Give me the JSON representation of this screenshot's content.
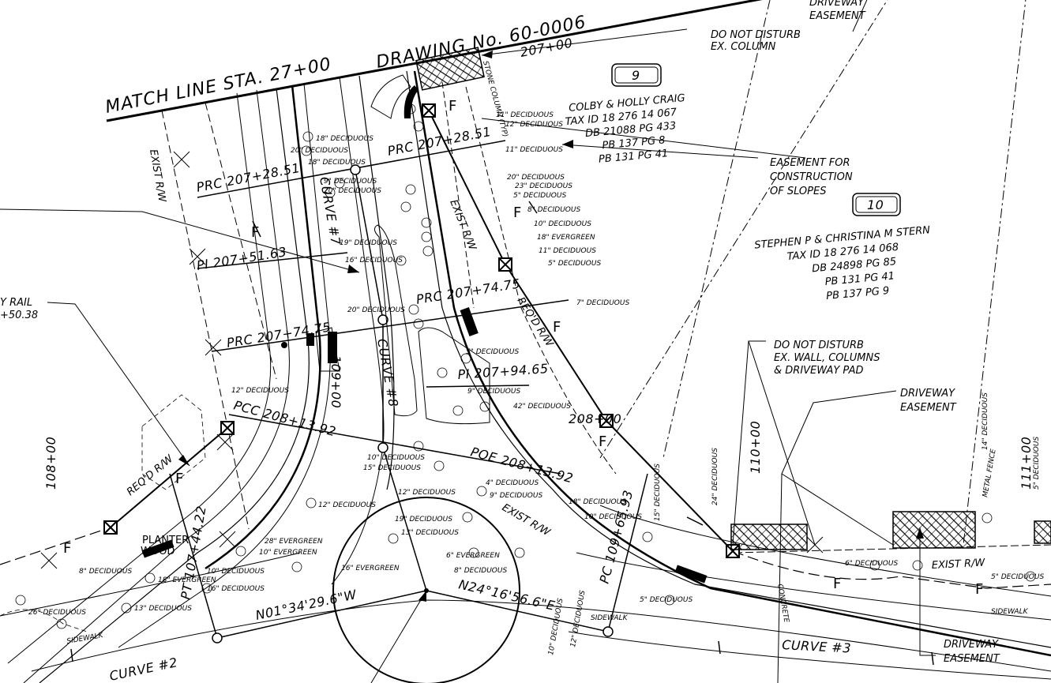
{
  "title": {
    "match_line": "MATCH LINE  STA. 27+00",
    "drawing_no": "DRAWING No. 60-0006",
    "top_station": "207+00"
  },
  "notes": {
    "do_not_disturb_column": [
      "DO NOT DISTURB",
      "EX. COLUMN"
    ],
    "easement_slopes": [
      "EASEMENT FOR",
      "CONSTRUCTION",
      "OF SLOPES"
    ],
    "do_not_disturb_wall": [
      "DO NOT DISTURB",
      "EX. WALL, COLUMNS",
      "& DRIVEWAY PAD"
    ],
    "driveway_easement_top": [
      "DRIVEWAY",
      "EASEMENT"
    ],
    "driveway_easement_mid": [
      "DRIVEWAY",
      "EASEMENT"
    ],
    "driveway_easement_bottom": [
      "DRIVEWAY",
      "EASEMENT"
    ],
    "rail": [
      "Y RAIL",
      "+50.38"
    ],
    "stone_column": "STONE COLUMN (TYP)",
    "metal_fence": "METAL FENCE"
  },
  "parcels": [
    {
      "number": "9",
      "lines": [
        "COLBY & HOLLY CRAIG",
        "TAX ID 18 276 14 067",
        "DB 21088 PG 433",
        "PB 137 PG 8",
        "PB 131 PG 41"
      ]
    },
    {
      "number": "10",
      "lines": [
        "STEPHEN P & CHRISTINA M STERN",
        "TAX ID 18 276 14 068",
        "DB 24898 PG 85",
        "PB 131 PG 41",
        "PB 137 PG 9"
      ]
    }
  ],
  "stations": {
    "prc1": "PRC 207+28.51",
    "prc2": "PRC 207+28.51",
    "pi1": "PI 207+51.63",
    "prc3": "PRC 207+74.75",
    "prc4": "PRC 207+74.75",
    "pi2": "PI 207+94.65",
    "pcc": "PCC 208+13.92",
    "poe": "POE 208+13.92",
    "s208": "208+00",
    "pc": "PC 109+65.93",
    "pt": "PT 107+44.22",
    "s109": "109+00",
    "s108": "108+00",
    "s110": "110+00",
    "s111": "111+00"
  },
  "curves": {
    "c7": "CURVE #7",
    "c8": "CURVE #8",
    "c2": "CURVE #2",
    "c3": "CURVE #3"
  },
  "row_labels": {
    "exist_rw_left": "EXIST R/W",
    "exist_rw_mid": "EXIST R/W",
    "reqd_rw_a": "REQ'D R/W",
    "reqd_rw_b": "REQ'D R/W",
    "exist_rw_low": "EXIST R/W",
    "exist_rw_right": "EXIST R/W"
  },
  "bearings": {
    "b1": "N01°34'29.6\"W",
    "b2": "N24°16'56.6\"E"
  },
  "misc": {
    "sidewalk1": "SIDEWALK",
    "sidewalk2": "SIDEWALK",
    "sidewalk3": "SIDEWALK",
    "planter": "PLANTER",
    "wood": "WOOD",
    "concrete": "CONCRETE",
    "fence_f": "F"
  },
  "trees": [
    "11\" DECIDUOUS",
    "12\" DECIDUOUS",
    "11\" DECIDUOUS",
    "18\" DECIDUOUS",
    "20\" DECIDUOUS",
    "18\" DECIDUOUS",
    "9\" DECIDUOUS",
    "20\" DECIDUOUS",
    "20\" DECIDUOUS",
    "23\" DECIDUOUS",
    "5\" DECIDUOUS",
    "8\" DECIDUOUS",
    "10\" DECIDUOUS",
    "18\" EVERGREEN",
    "11\" DECIDUOUS",
    "5\" DECIDUOUS",
    "19\" DECIDUOUS",
    "16\" DECIDUOUS",
    "7\" DECIDUOUS",
    "20\" DECIDUOUS",
    "5\" DECIDUOUS",
    "9\" DECIDUOUS",
    "42\" DECIDUOUS",
    "12\" DECIDUOUS",
    "15\" DECIDUOUS",
    "10\" DECIDUOUS",
    "4\" DECIDUOUS",
    "9\" DECIDUOUS",
    "18\" DECIDUOUS",
    "10\" DECIDUOUS",
    "12\" DECIDUOUS",
    "19\" DECIDUOUS",
    "13\" DECIDUOUS",
    "6\" EVERGREEN",
    "8\" DECIDUOUS",
    "28\" EVERGREEN",
    "10\" EVERGREEN",
    "8\" DECIDUOUS",
    "18\" EVERGREEN",
    "10\" DECIDUOUS",
    "16\" DECIDUOUS",
    "16\" EVERGREEN",
    "26\" DECIDUOUS",
    "13\" DECIDUOUS",
    "12\" DECIDUOUS",
    "24\" DECIDUOUS",
    "6\" DECIDUOUS",
    "5\" DECIDUOUS",
    "14\" DECIDUOUS",
    "5\" DECIDUOUS",
    "15\" DECIDUOUS",
    "5\" DECIDUOUS",
    "12\" DECIDUOUS",
    "10\" DECIDUOUS"
  ]
}
